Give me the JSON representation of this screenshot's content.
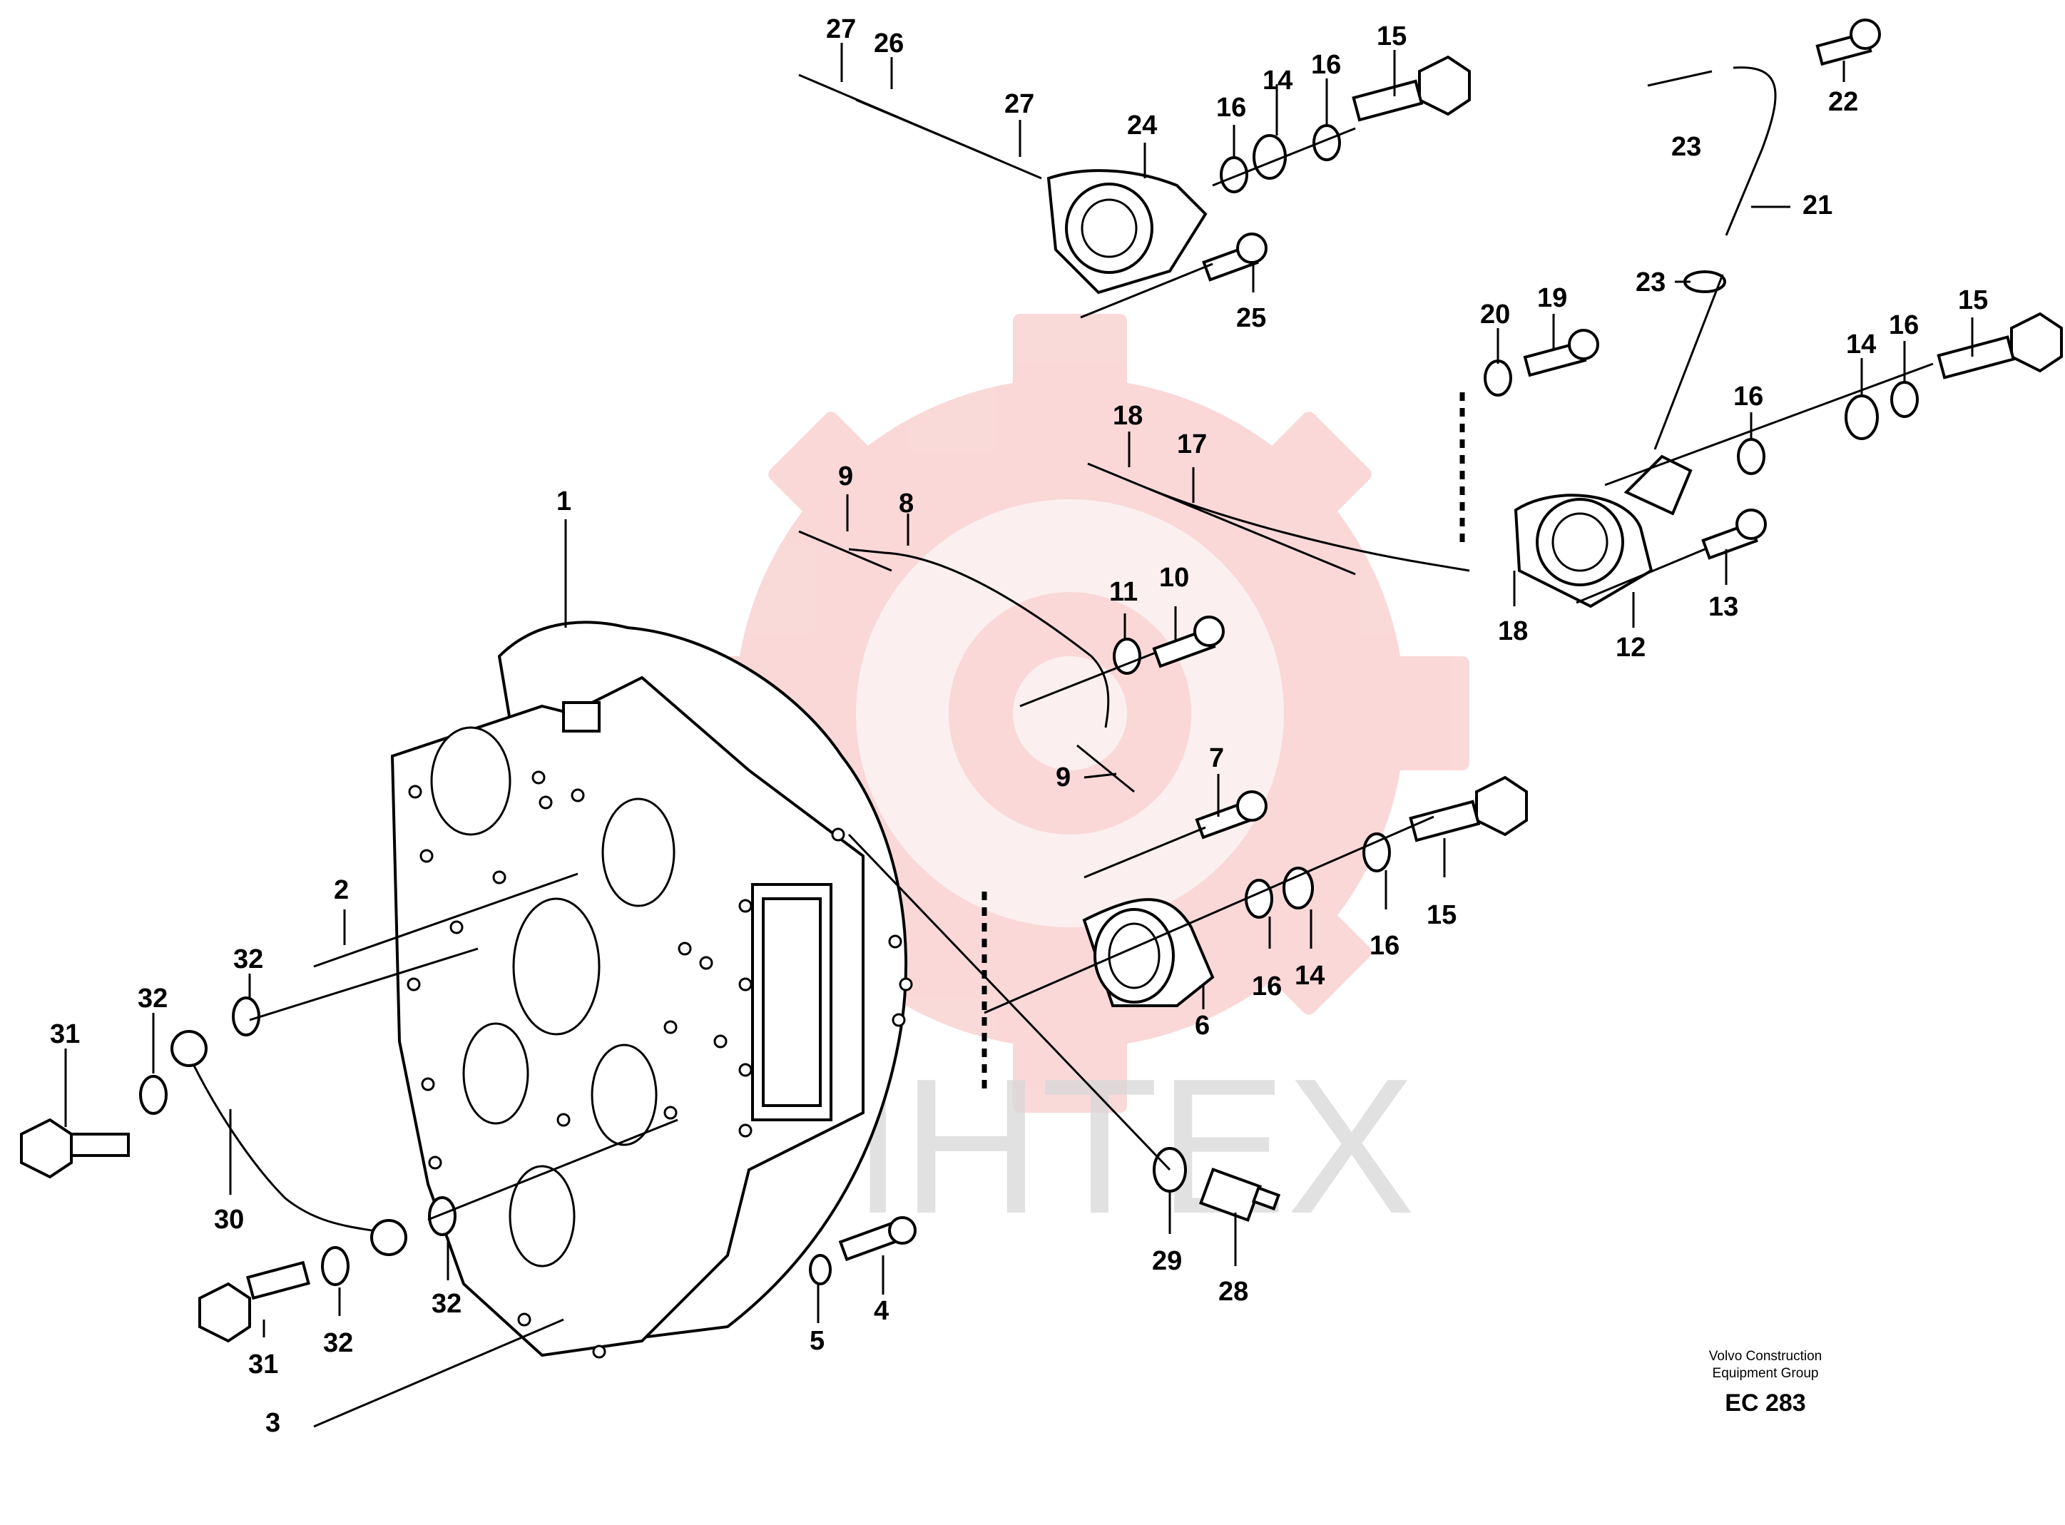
{
  "diagram": {
    "watermark_text": "ИНТЕХ",
    "colors": {
      "line": "#000000",
      "watermark": "#f5c0c0",
      "watermark_text": "#d8d8d8"
    },
    "callouts": [
      "1",
      "2",
      "3",
      "4",
      "5",
      "6",
      "7",
      "8",
      "9",
      "9",
      "10",
      "11",
      "12",
      "13",
      "14",
      "14",
      "14",
      "15",
      "15",
      "15",
      "16",
      "16",
      "16",
      "16",
      "16",
      "16",
      "17",
      "18",
      "18",
      "19",
      "20",
      "21",
      "22",
      "23",
      "23",
      "24",
      "25",
      "26",
      "27",
      "27",
      "28",
      "29",
      "30",
      "31",
      "31",
      "32",
      "32",
      "32",
      "32"
    ]
  },
  "credit": {
    "line1": "Volvo Construction",
    "line2": "Equipment Group",
    "code": "EC 283"
  }
}
